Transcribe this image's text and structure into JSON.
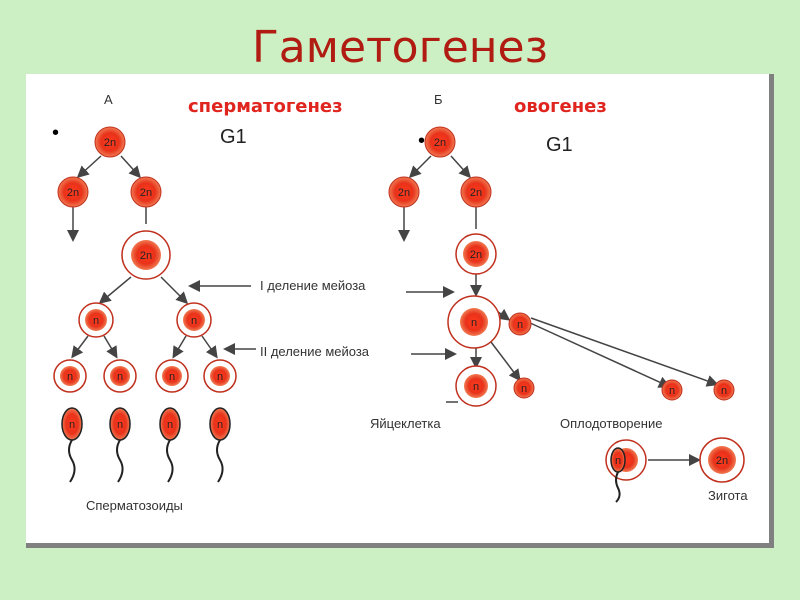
{
  "title": "Гаметогенез",
  "left": {
    "letter": "А",
    "heading": "сперматогенез",
    "phase": "G1",
    "cells": {
      "top": "2n",
      "row2": [
        "2n",
        "2n"
      ],
      "row3": "2n",
      "row4": [
        "n",
        "n"
      ],
      "row5": [
        "n",
        "n",
        "n",
        "n"
      ],
      "sperm": [
        "n",
        "n",
        "n",
        "n"
      ]
    },
    "caption": "Сперматозоиды"
  },
  "right": {
    "letter": "Б",
    "heading": "овогенез",
    "phase": "G1",
    "cells": {
      "top": "2n",
      "row2": [
        "2n",
        "2n"
      ],
      "row3": "2n",
      "big": "n",
      "polar1": "n",
      "egg": "n",
      "polar_small": [
        "n",
        "n",
        "n"
      ],
      "sperm": "n",
      "zygote": "2n"
    },
    "egg_label": "Яйцеклетка",
    "fert_label": "Оплодотворение",
    "zygote_label": "Зигота"
  },
  "meiosis": {
    "first": "I деление мейоза",
    "second": "II деление мейоза"
  },
  "bullet": "•"
}
